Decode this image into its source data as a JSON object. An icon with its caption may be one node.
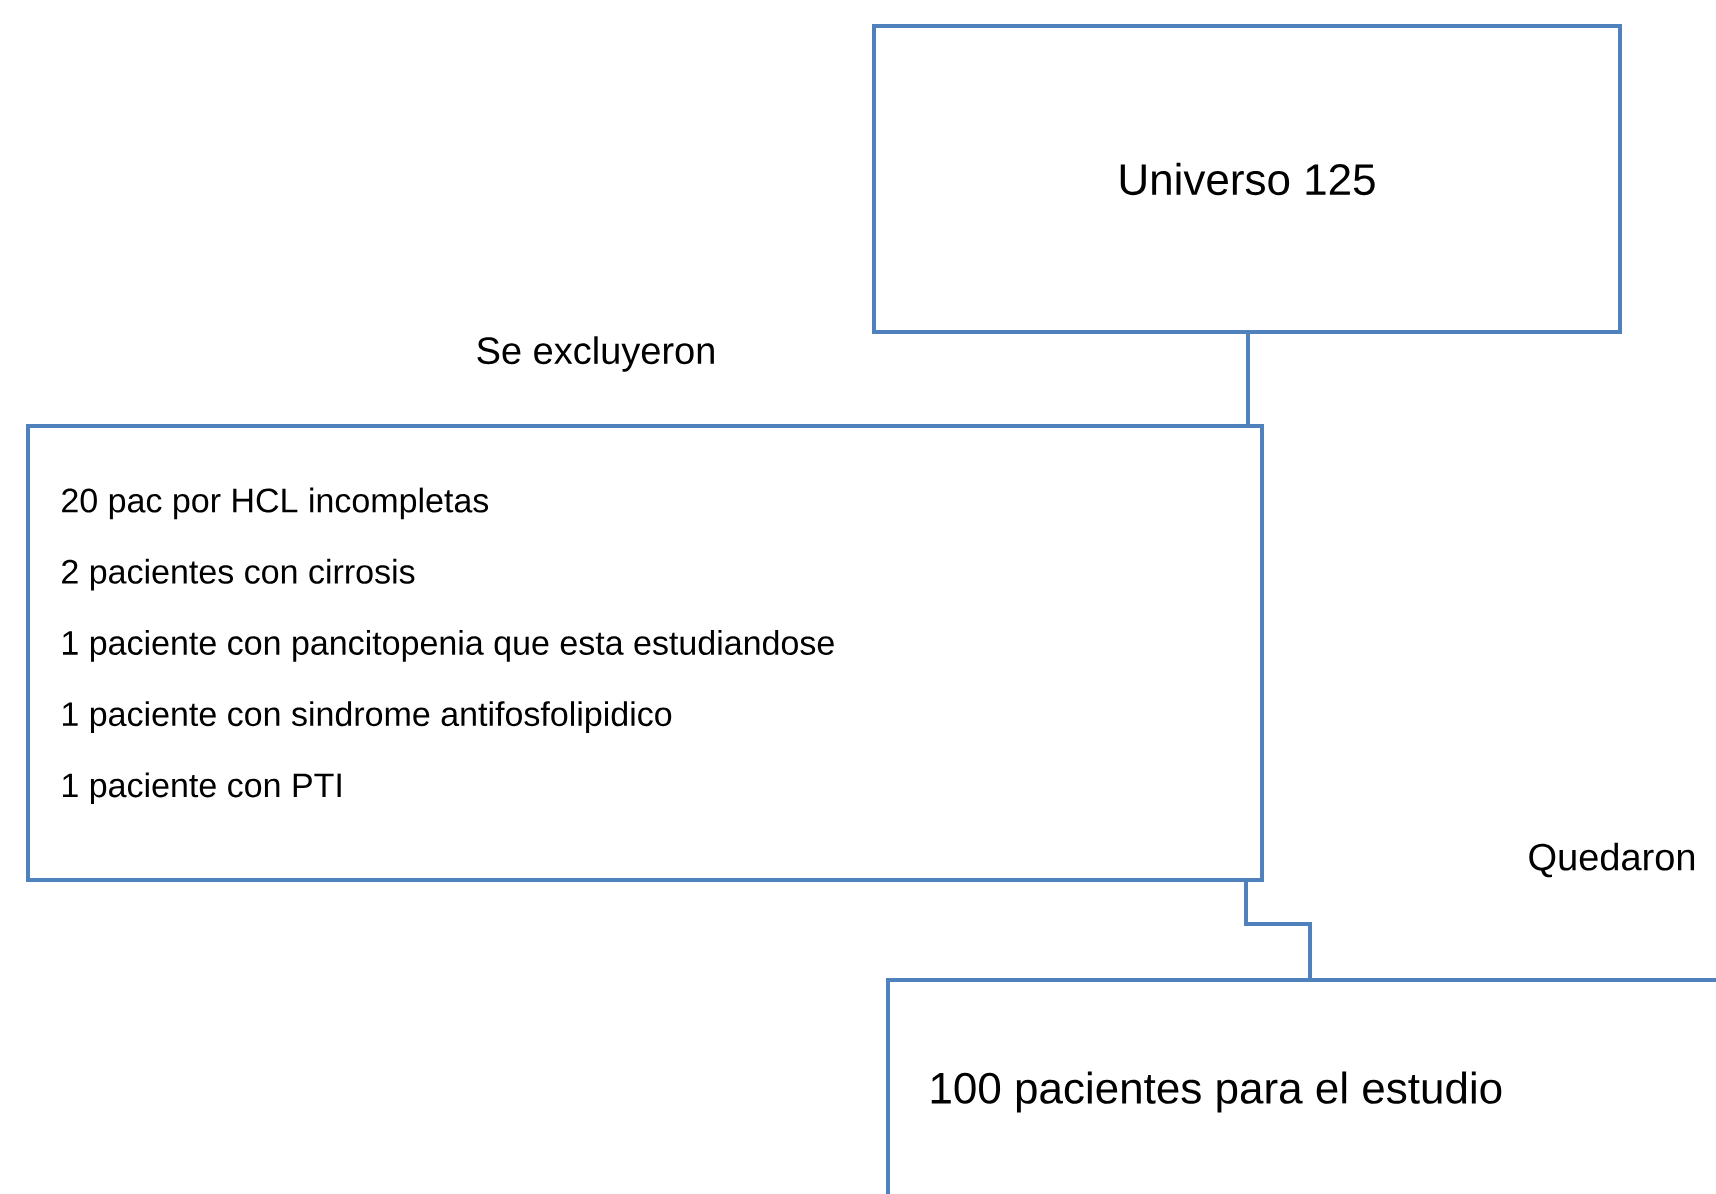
{
  "diagram": {
    "nodes": [
      {
        "text": [
          "Universo 125"
        ]
      },
      {
        "text": [
          "Se excluyeron",
          "20 pac por HCL incompletas",
          "2 pacientes con cirrosis",
          "1 paciente con pancitopenia que esta estudiandose",
          "1 paciente con sindrome antifosfolipidico",
          "1 paciente con PTI"
        ]
      },
      {
        "text": [
          "Quedaron",
          "100 pacientes para el estudio"
        ]
      }
    ],
    "edges": [
      {
        "from": 0,
        "to": 1,
        "arrow": "none"
      },
      {
        "from": 1,
        "to": 2,
        "arrow": "none"
      }
    ]
  }
}
